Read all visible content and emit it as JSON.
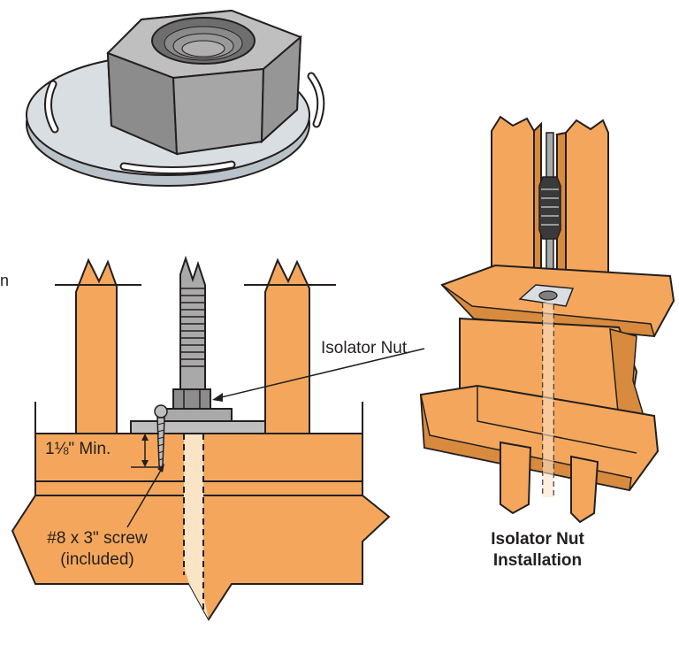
{
  "labels": {
    "isolator_nut": "Isolator Nut",
    "min_depth": "1⅛\" Min.",
    "screw_line1": "#8 x 3\" screw",
    "screw_line2": "(included)",
    "caption_line1": "Isolator Nut",
    "caption_line2": "Installation",
    "edge_fragment": "n"
  },
  "colors": {
    "wood": "#f4a75c",
    "wood_dark": "#d88a3e",
    "wood_light": "#f8c08a",
    "steel": "#a9a9a9",
    "steel_dark": "#7f7f7f",
    "steel_light": "#cfd3d6",
    "washer": "#d9dee2",
    "bore": "#fbe3c6",
    "line": "#231f20"
  }
}
